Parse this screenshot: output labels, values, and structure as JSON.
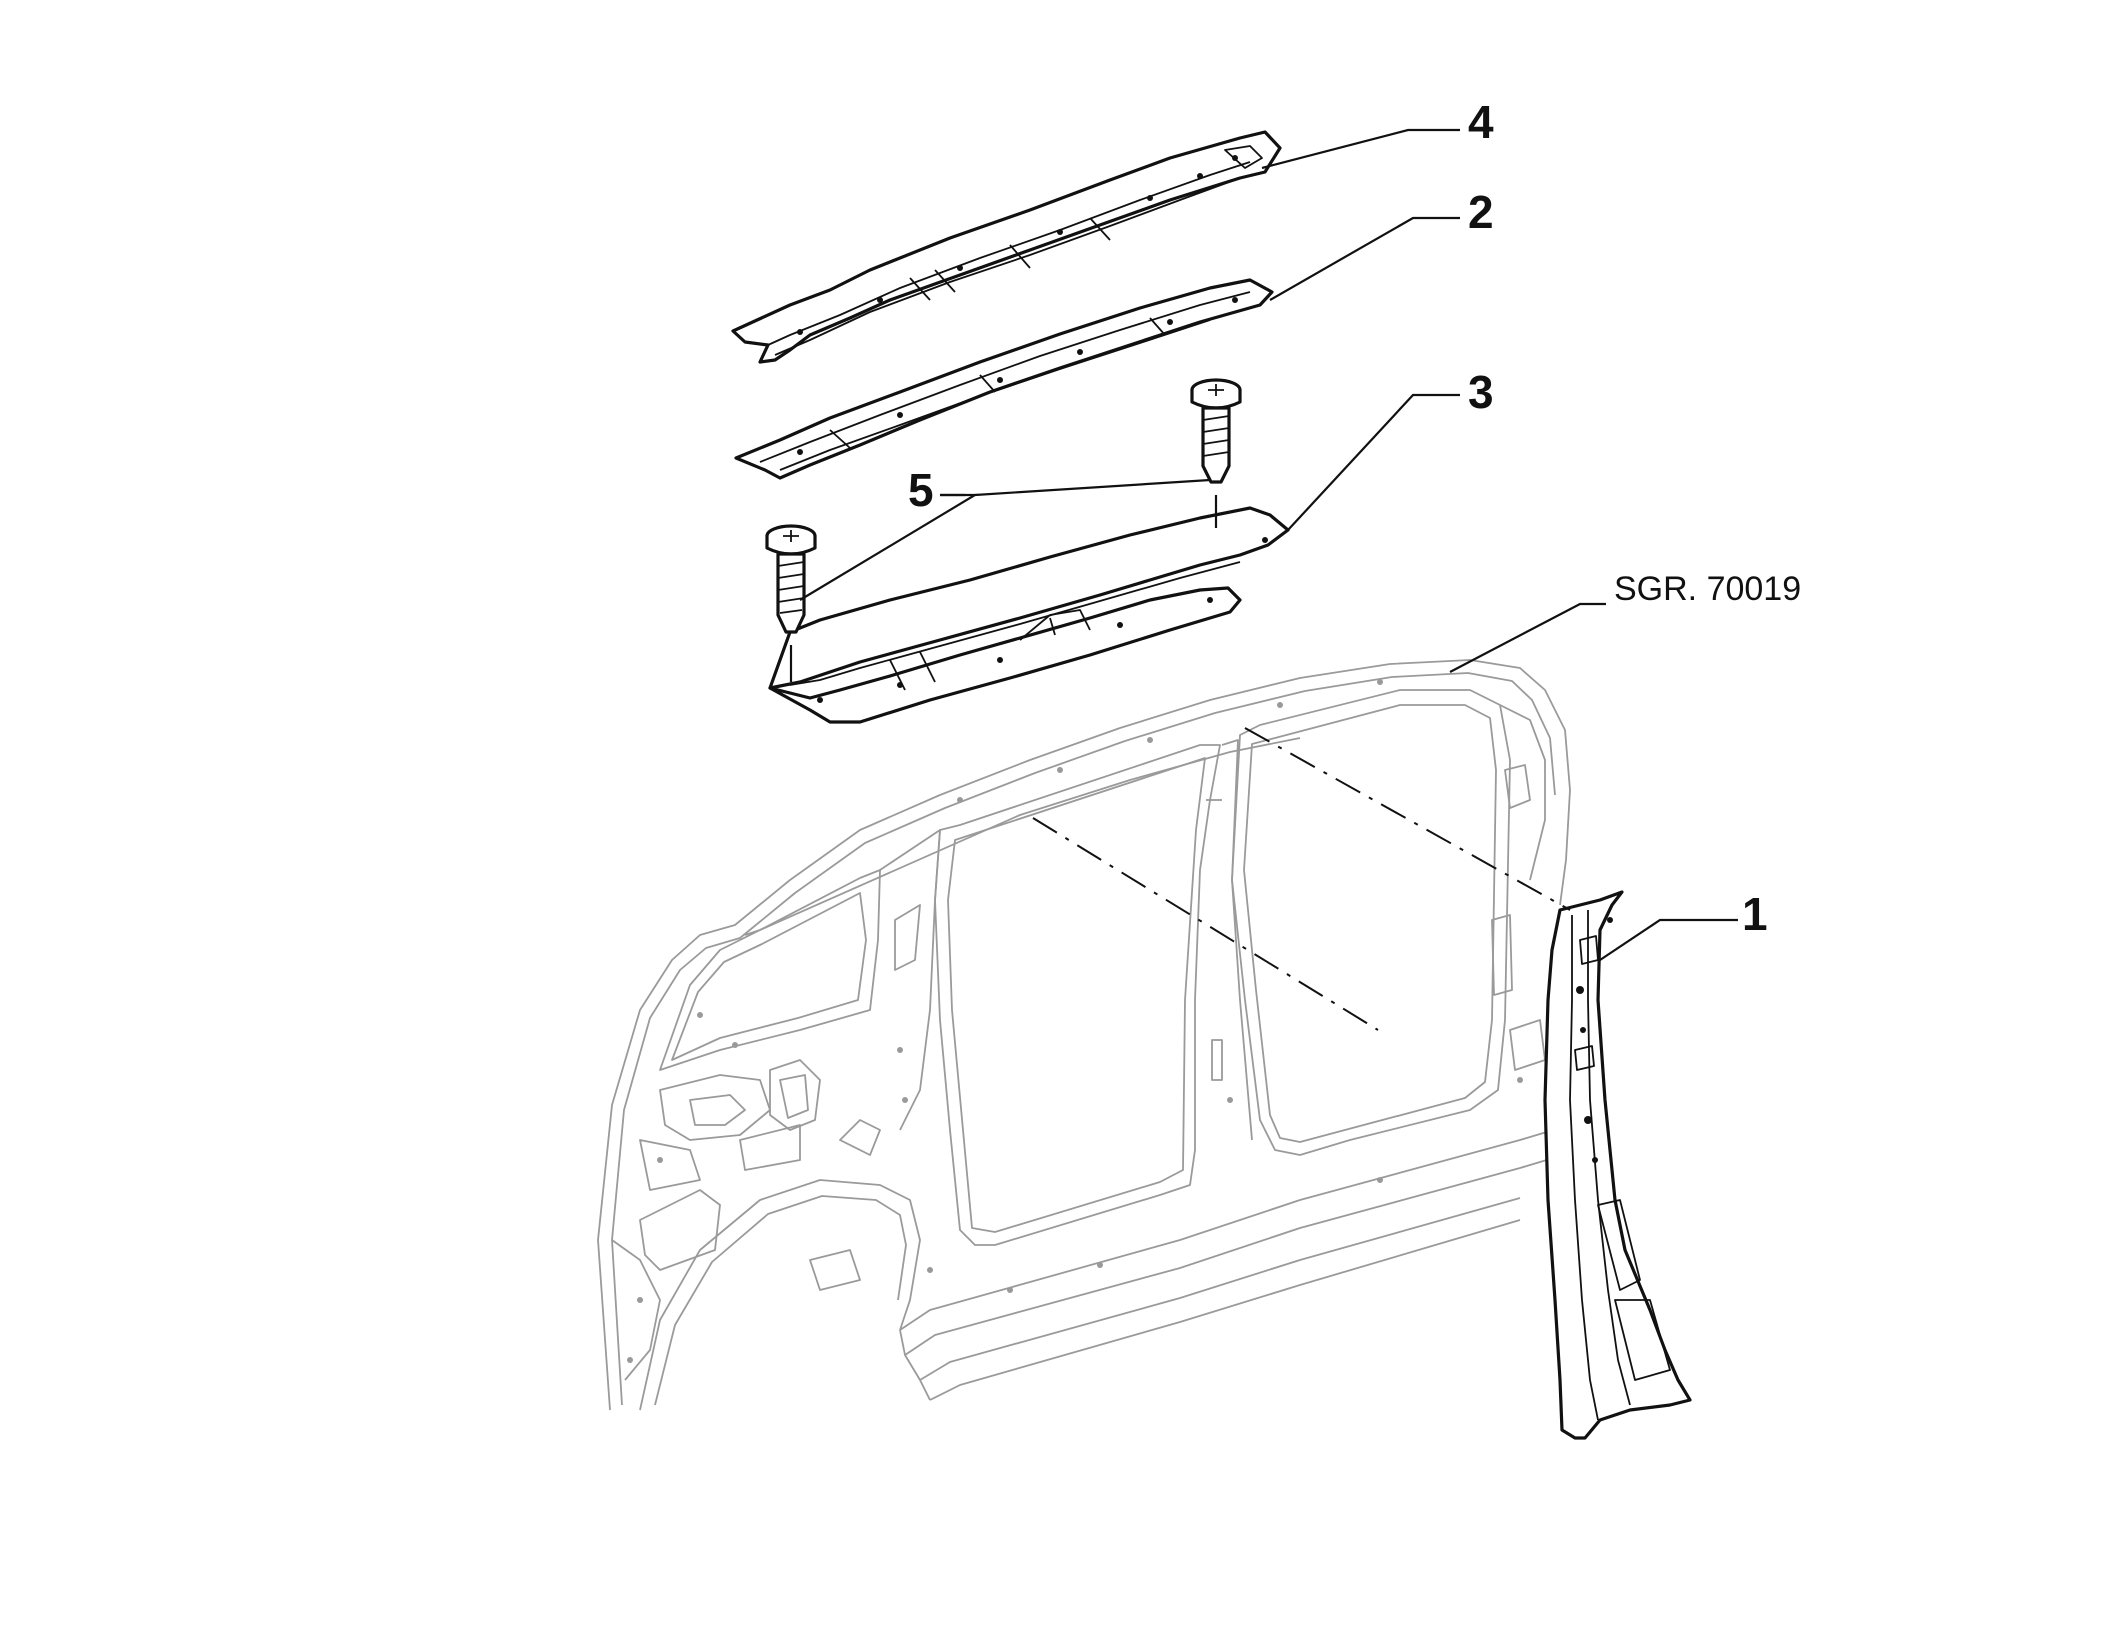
{
  "diagram": {
    "callouts": [
      {
        "id": "4",
        "label": "4"
      },
      {
        "id": "2",
        "label": "2"
      },
      {
        "id": "3",
        "label": "3"
      },
      {
        "id": "5",
        "label": "5"
      },
      {
        "id": "1",
        "label": "1"
      }
    ],
    "reference": {
      "label": "SGR. 70019"
    }
  }
}
